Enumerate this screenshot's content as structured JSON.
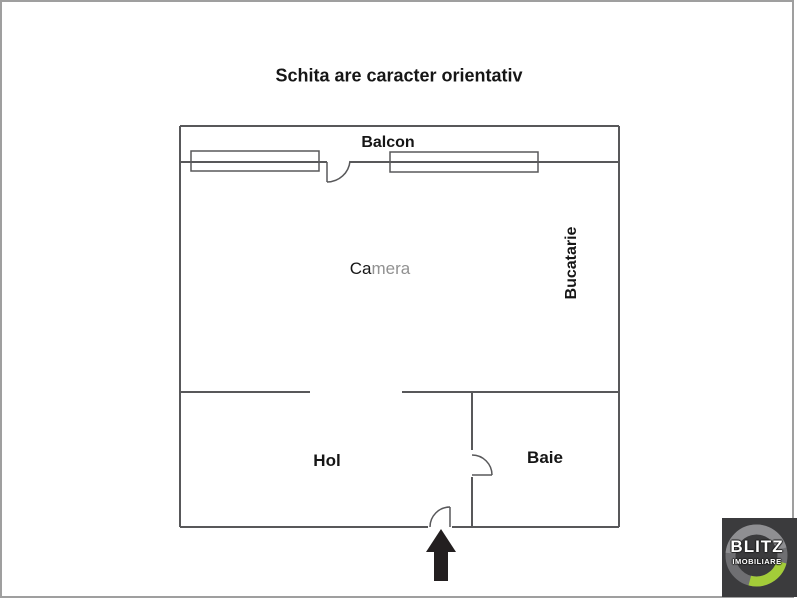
{
  "title": "Schita are caracter orientativ",
  "floor_plan": {
    "rooms": {
      "balcony": "Balcon",
      "living_room_prefix": "Ca",
      "living_room_suffix": "mera",
      "kitchen": "Bucatarie",
      "hallway": "Hol",
      "bathroom": "Baie"
    },
    "wall_color": "#58585a",
    "entrance_arrow_color": "#231f20"
  },
  "logo": {
    "brand": "BLITZ",
    "subtitle": "IMOBILIARE",
    "background_color": "#3b3b3d",
    "ring_gray": "#6f6f72",
    "ring_light_gray": "#8f8f92",
    "ring_green": "#a3cc39",
    "text_color": "#ffffff"
  }
}
